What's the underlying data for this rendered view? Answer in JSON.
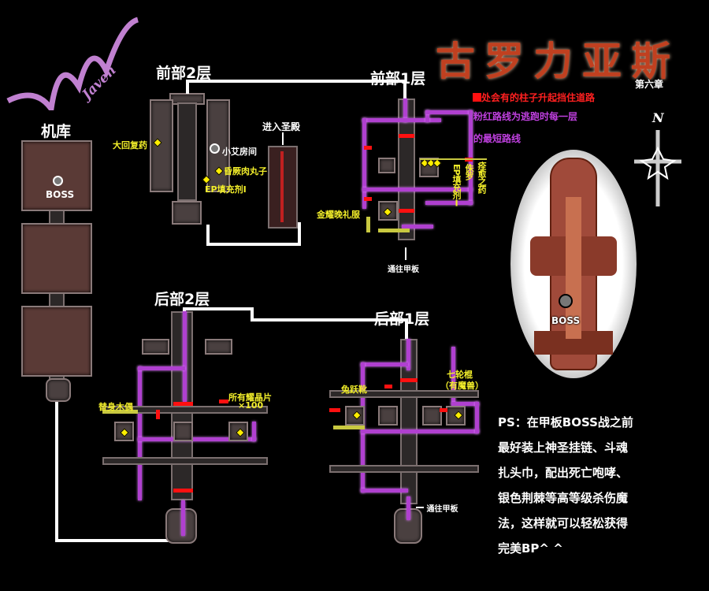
{
  "logo": "Javen",
  "title": "古罗力亚斯",
  "chapter": "第六章",
  "legend": {
    "red_note": "处会有的柱子升起挡住道路",
    "pink_note_1": "粉红路线为逃跑时每一层",
    "pink_note_2": "的最短路线"
  },
  "compass": "N",
  "hangar": {
    "label": "机库",
    "boss": "BOSS"
  },
  "front2": {
    "label": "前部2层",
    "items": [
      "大回复药",
      "小艾房间",
      "昏厥肉丸子",
      "EP填充剂Ⅰ"
    ],
    "temple": "进入圣殿"
  },
  "front1": {
    "label": "前部1层",
    "items": [
      "EP填充剂Ⅰ",
      "侏罗",
      "痊愈之药",
      "金耀晚礼服"
    ],
    "exit": "通往甲板"
  },
  "rear2": {
    "label": "后部2层",
    "items": [
      "替身木偶",
      "所有耀晶片",
      "×100"
    ]
  },
  "rear1": {
    "label": "后部1层",
    "items": [
      "兔跃靴",
      "七轮棍",
      "（有魔兽）"
    ],
    "exit": "通往甲板"
  },
  "deck": {
    "boss": "BOSS"
  },
  "ps": [
    "PS：在甲板BOSS战之前",
    "最好装上神圣挂链、斗魂",
    "扎头巾，配出死亡咆哮、",
    "银色荆棘等高等级杀伤魔",
    "法，这样就可以轻松获得",
    "完美BP^ ^"
  ],
  "colors": {
    "red": "#ff1010",
    "pink": "#b040d0",
    "yellow": "#f2ee2a",
    "title": "#c04020"
  }
}
